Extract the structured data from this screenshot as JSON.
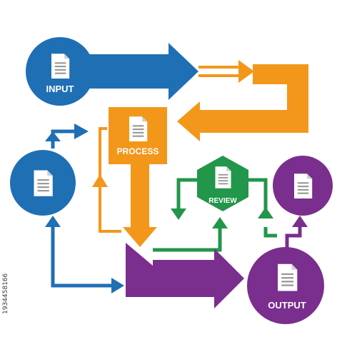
{
  "diagram": {
    "colors": {
      "blue": "#1f6fb4",
      "orange": "#f3971b",
      "green": "#22964a",
      "purple": "#7a2e8e",
      "doc_fill": "#ffffff",
      "doc_lines": "#9a9a9a"
    },
    "nodes": {
      "input": {
        "label": "INPUT",
        "icon": "document-icon"
      },
      "process": {
        "label": "PROCESS",
        "icon": "document-icon"
      },
      "review": {
        "label": "REVIEW",
        "icon": "document-icon"
      },
      "output": {
        "label": "OUTPUT",
        "icon": "document-icon"
      },
      "left_doc": {
        "label": "",
        "icon": "document-icon"
      },
      "right_doc": {
        "label": "",
        "icon": "document-icon"
      }
    },
    "watermark": {
      "stock_id": "1934458166"
    }
  }
}
